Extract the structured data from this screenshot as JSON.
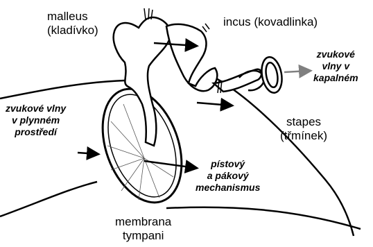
{
  "labels": {
    "malleus": {
      "line1": "malleus",
      "line2": "(kladívko)"
    },
    "incus": {
      "text": "incus (kovadlinka)"
    },
    "air_waves": {
      "line1": "zvukové",
      "line2": "vlny v",
      "line3": "kapalném"
    },
    "gas_waves": {
      "line1": "zvukové vlny",
      "line2": "v plynném",
      "line3": "prostředí"
    },
    "stapes": {
      "line1": "stapes",
      "line2": "(třmínek)"
    },
    "piston": {
      "line1": "pístový",
      "line2": "a pákový",
      "line3": "mechanismus"
    },
    "membrane": {
      "line1": "membrana",
      "line2": "tympani"
    }
  },
  "colors": {
    "ink": "#000000",
    "arrow_gray": "#808080",
    "background": "#ffffff"
  }
}
